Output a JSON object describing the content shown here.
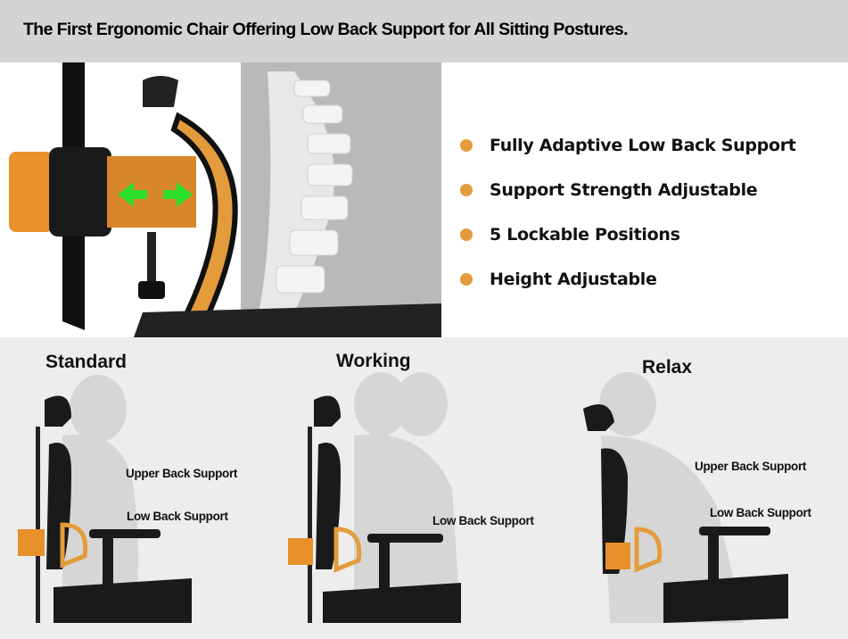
{
  "header": {
    "title": "The First Ergonomic Chair Offering Low Back Support for All Sitting Postures."
  },
  "features": [
    "Fully Adaptive Low Back Support",
    "Support Strength Adjustable",
    "5 Lockable Positions",
    "Height Adjustable"
  ],
  "postures": [
    {
      "title": "Standard",
      "labels": [
        "Upper Back Support",
        "Low Back Support"
      ]
    },
    {
      "title": "Working",
      "labels": [
        "Low Back Support"
      ]
    },
    {
      "title": "Relax",
      "labels": [
        "Upper Back Support",
        "Low Back Support"
      ]
    }
  ],
  "colors": {
    "accent": "#e39b3c",
    "arrow": "#2ee02e",
    "header_bg": "#d4d4d4",
    "panel_bg": "#ededed"
  }
}
